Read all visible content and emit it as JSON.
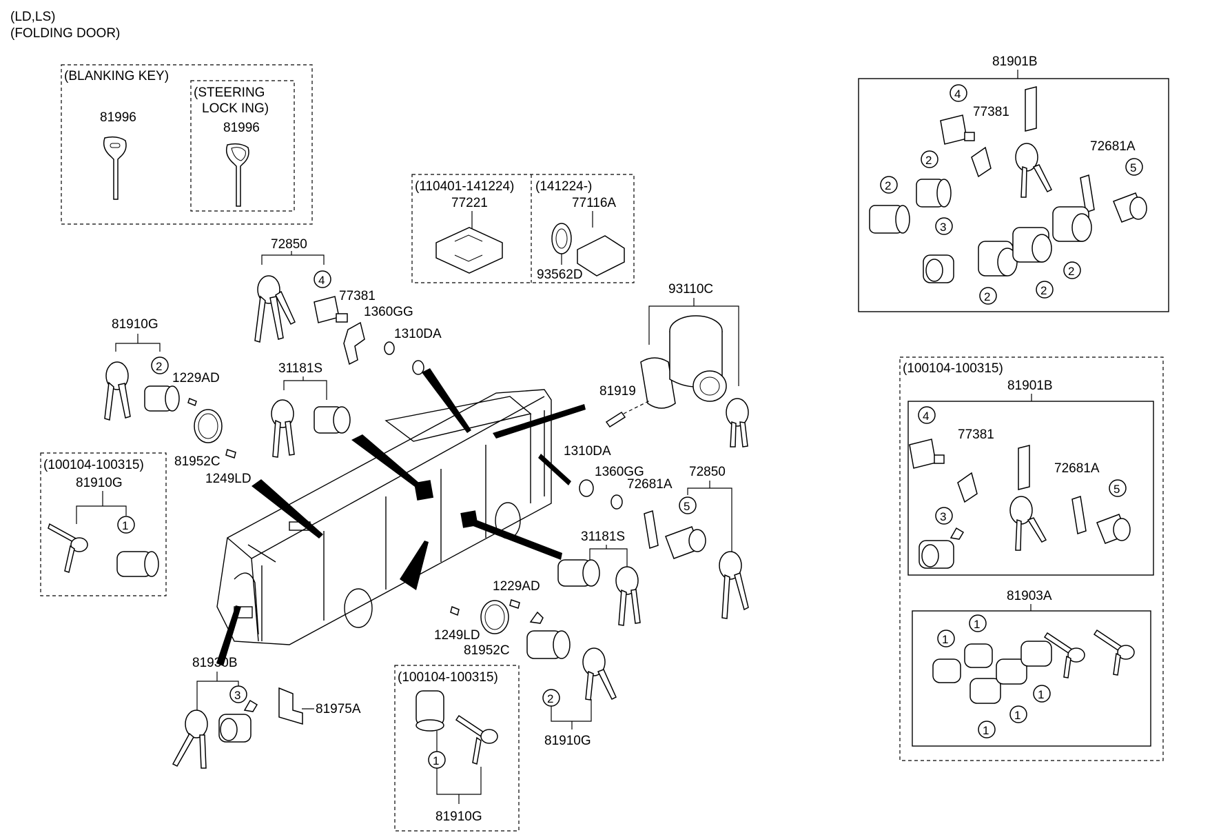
{
  "header": {
    "line1": "(LD,LS)",
    "line2": "(FOLDING DOOR)"
  },
  "boxes": {
    "blanking_key": "(BLANKING KEY)",
    "steering_lock_l1": "(STEERING",
    "steering_lock_l2": "LOCK  ING)",
    "period_110401": "(110401-141224)",
    "period_141224": "(141224-)",
    "period_100104_a": "(100104-100315)",
    "period_100104_b": "(100104-100315)",
    "period_100104_c": "(100104-100315)"
  },
  "parts": {
    "p81996a": "81996",
    "p81996b": "81996",
    "p77221": "77221",
    "p77116A": "77116A",
    "p93562D": "93562D",
    "p72850a": "72850",
    "p77381": "77381",
    "p1360GGa": "1360GG",
    "p1310DAa": "1310DA",
    "p81910Ga": "81910G",
    "p1229ADa": "1229AD",
    "p81952Ca": "81952C",
    "p1249LDa": "1249LD",
    "p31181Sa": "31181S",
    "p93110C": "93110C",
    "p81919": "81919",
    "p1310DAb": "1310DA",
    "p1360GGb": "1360GG",
    "p72681A": "72681A",
    "p72850b": "72850",
    "p81910Gb": "81910G",
    "p31181Sb": "31181S",
    "p1229ADb": "1229AD",
    "p1249LDb": "1249LD",
    "p81952Cb": "81952C",
    "p81910Gc": "81910G",
    "p81930B": "81930B",
    "p81975A": "81975A",
    "p81910Gd": "81910G",
    "p81901Ba": "81901B",
    "p77381b": "77381",
    "p72681Ab": "72681A",
    "p81901Bb": "81901B",
    "p77381c": "77381",
    "p72681Ac": "72681A",
    "p81903A": "81903A"
  },
  "callouts": {
    "c1": "1",
    "c2": "2",
    "c3": "3",
    "c4": "4",
    "c5": "5"
  }
}
